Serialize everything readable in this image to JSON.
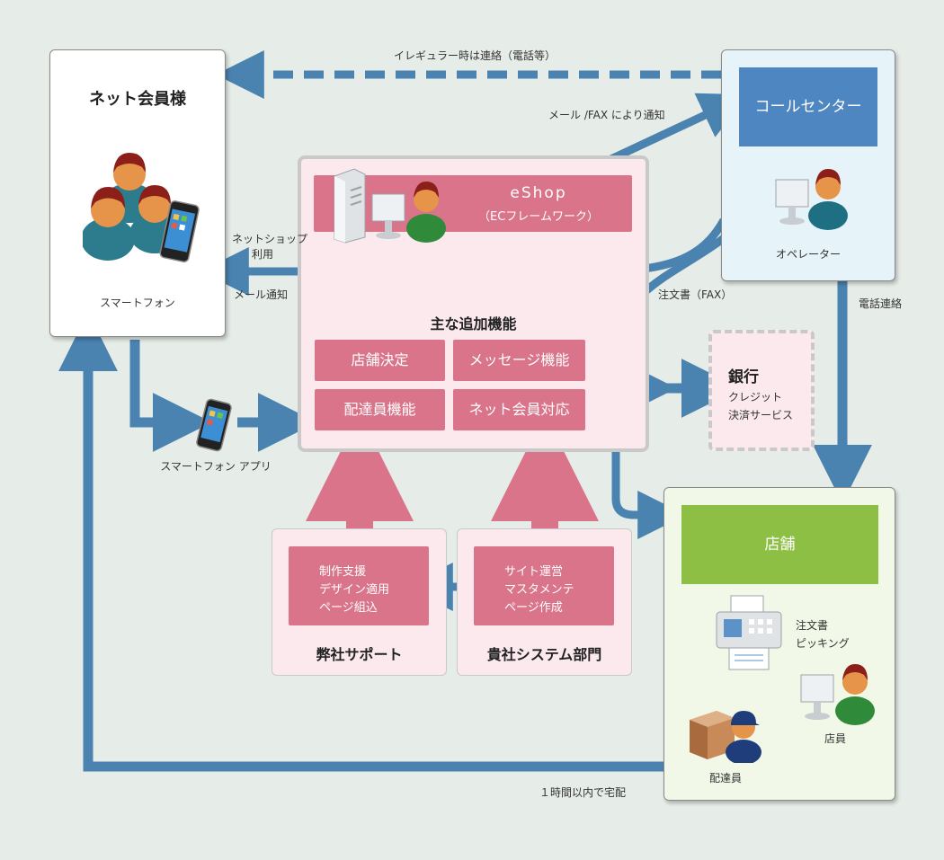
{
  "member": {
    "title": "ネット会員様",
    "phone_label": "スマートフォン"
  },
  "app": {
    "label": "スマートフォン アプリ"
  },
  "eshop": {
    "title": "eShop",
    "subtitle": "（ECフレームワーク）"
  },
  "features": {
    "heading": "主な追加機能",
    "items": [
      "店舗決定",
      "メッセージ機能",
      "配達員機能",
      "ネット会員対応"
    ]
  },
  "callcenter": {
    "title": "コールセンター",
    "operator_label": "オペレーター"
  },
  "bank": {
    "title": "銀行",
    "line1": "クレジット",
    "line2": "決済サービス"
  },
  "store": {
    "title": "店舗",
    "doc_line1": "注文書",
    "doc_line2": "ピッキング",
    "staff_label": "店員",
    "courier_label": "配達員"
  },
  "support": {
    "title": "弊社サポート",
    "lines": [
      "制作支援",
      "デザイン適用",
      "ページ組込"
    ]
  },
  "sysdept": {
    "title": "貴社システム部門",
    "lines": [
      "サイト運営",
      "マスタメンテ",
      "ページ作成"
    ]
  },
  "arrows": {
    "irregular": "イレギュラー時は連絡（電話等）",
    "mailfax": "メール /FAX により通知",
    "shop_use_1": "ネットショップ",
    "shop_use_2": "利用",
    "mail_notice": "メール通知",
    "order_fax": "注文書（FAX）",
    "phone_contact": "電話連絡",
    "delivery": "１時間以内で宅配"
  },
  "colors": {
    "background": "#e6ece7",
    "arrow_blue": "#4a82b0",
    "pink_bar": "#d9748a",
    "callcenter_header": "#4d86c0",
    "store_header": "#8cbf43"
  }
}
